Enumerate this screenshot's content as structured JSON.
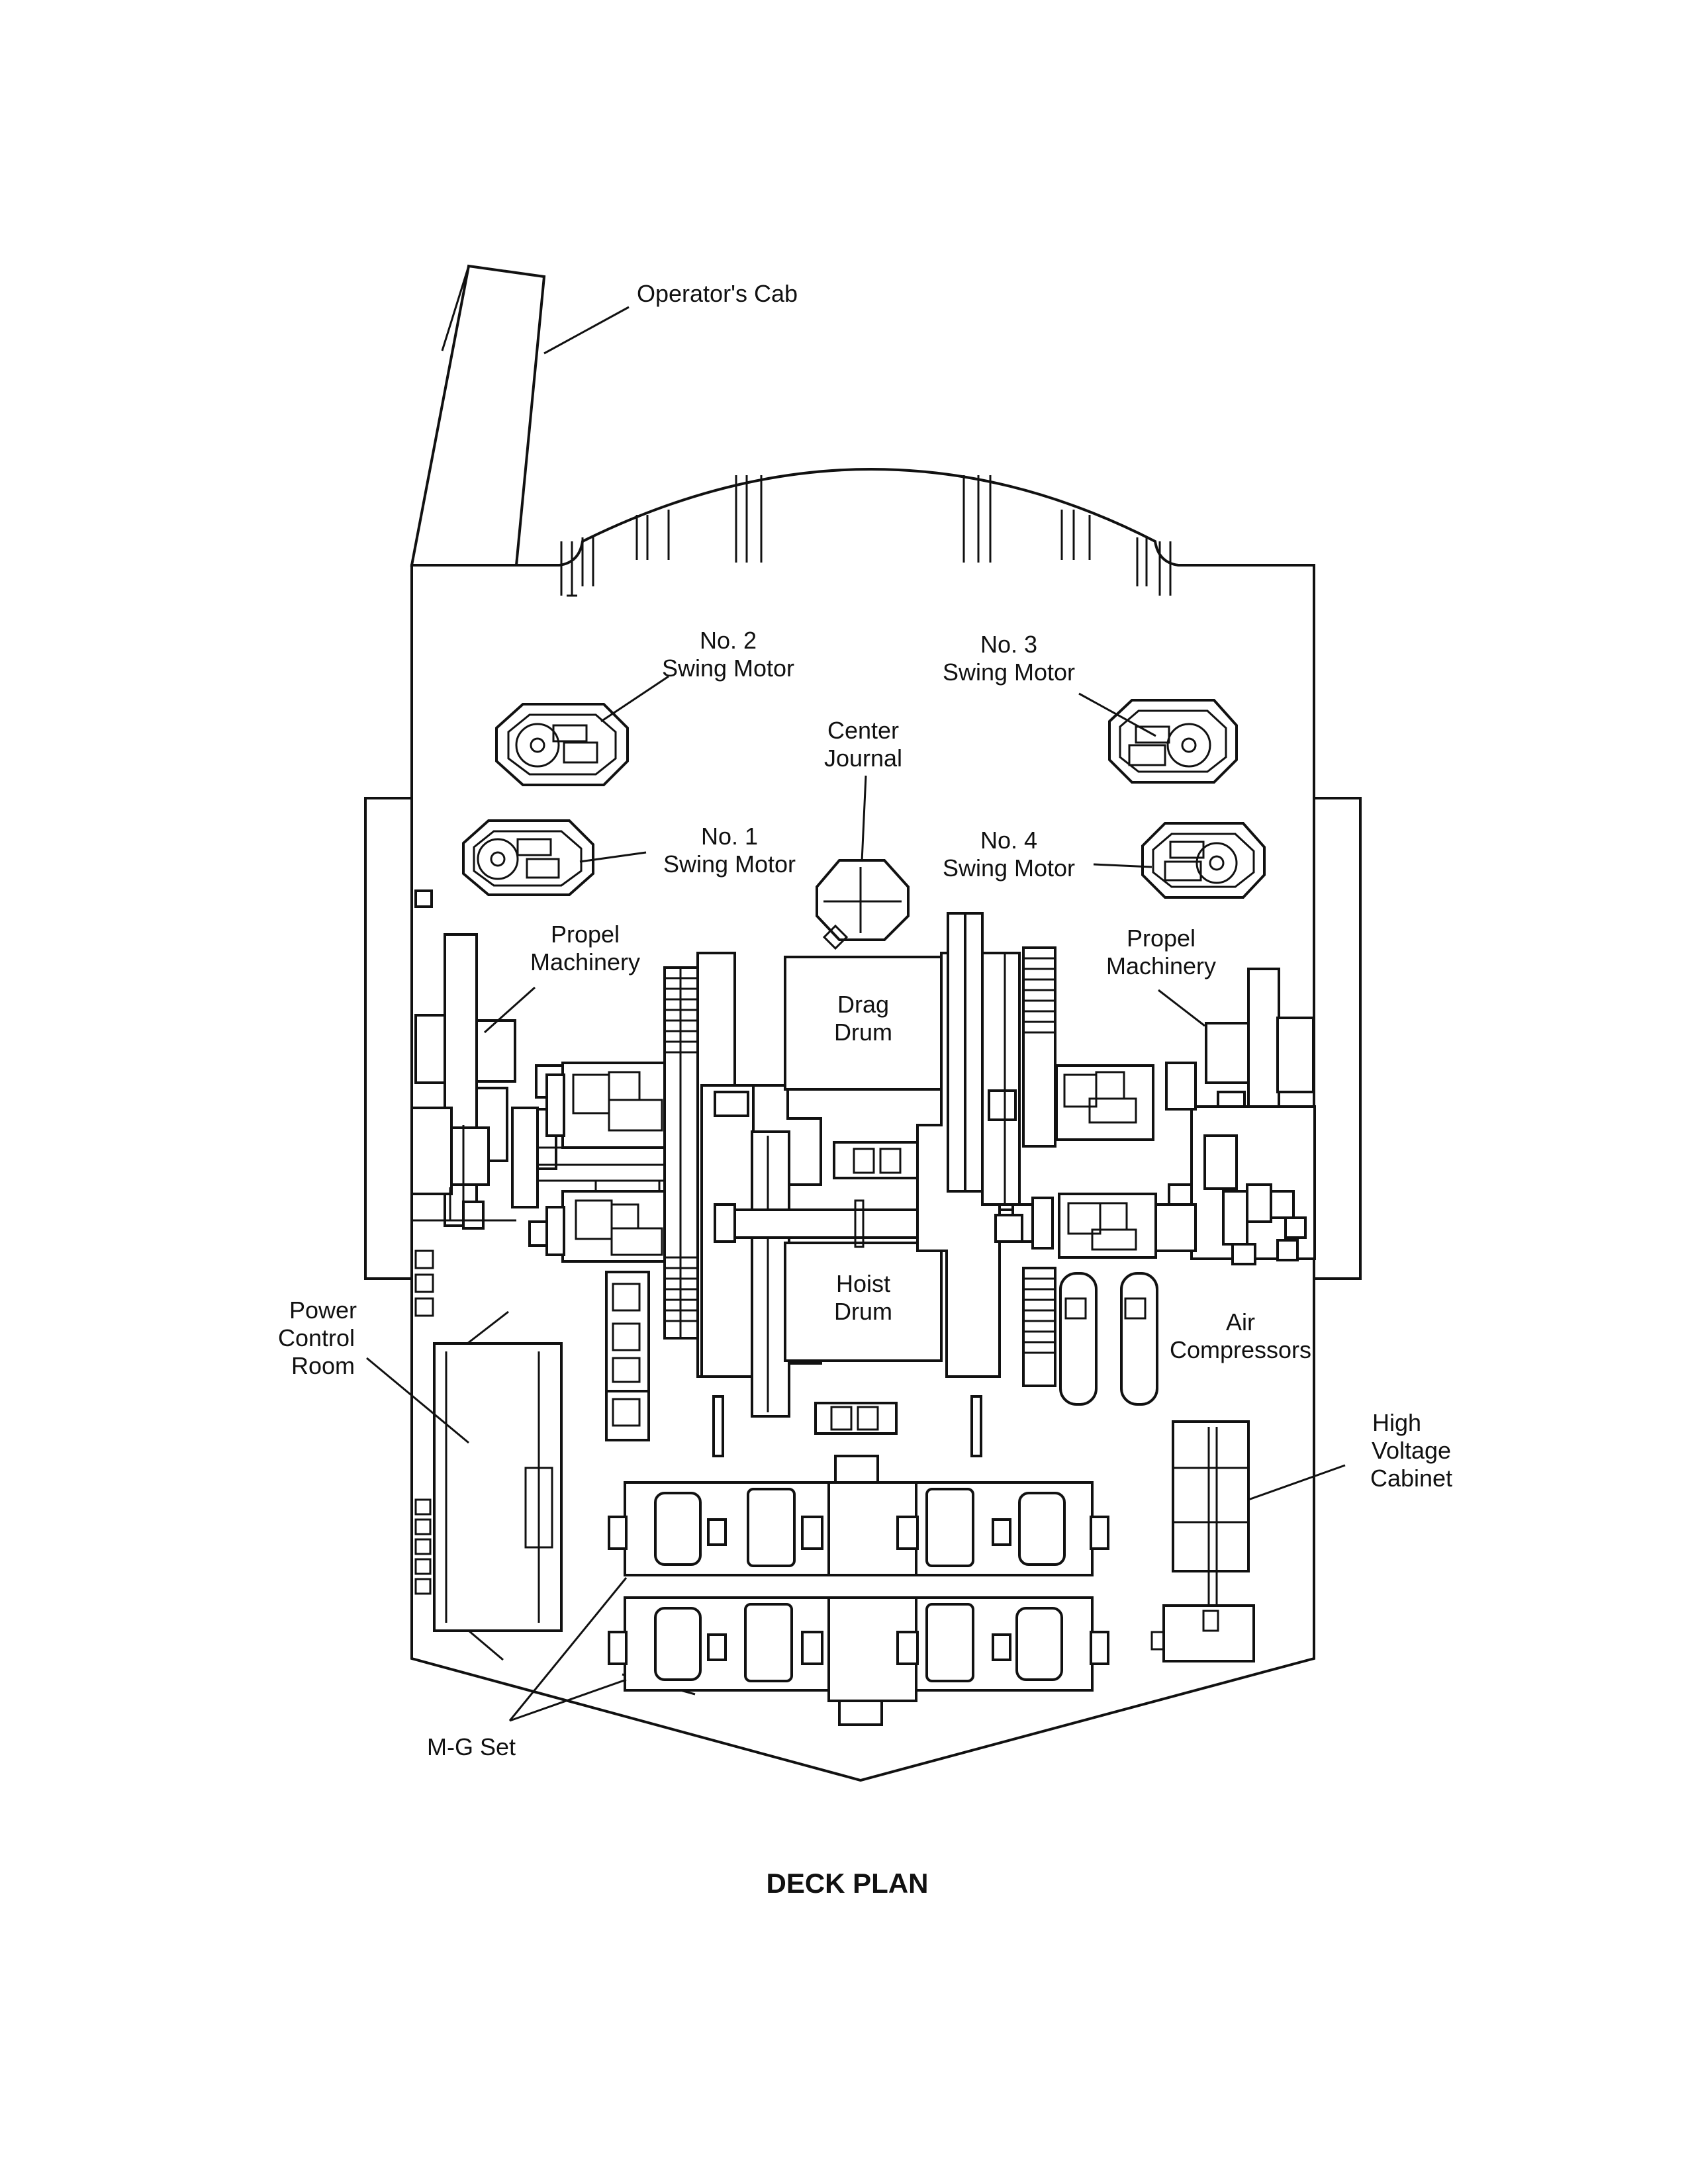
{
  "title": "DECK PLAN",
  "labels": {
    "operators_cab": "Operator's Cab",
    "swing_motor_2": [
      "No. 2",
      "Swing Motor"
    ],
    "swing_motor_3": [
      "No. 3",
      "Swing Motor"
    ],
    "center_journal": [
      "Center",
      "Journal"
    ],
    "swing_motor_1": [
      "No. 1",
      "Swing Motor"
    ],
    "swing_motor_4": [
      "No. 4",
      "Swing Motor"
    ],
    "propel_left": [
      "Propel",
      "Machinery"
    ],
    "propel_right": [
      "Propel",
      "Machinery"
    ],
    "drag_drum": [
      "Drag",
      "Drum"
    ],
    "hoist_drum": [
      "Hoist",
      "Drum"
    ],
    "air_compressors": [
      "Air",
      "Compressors"
    ],
    "power_control_room": [
      "Power",
      "Control",
      "Room"
    ],
    "high_voltage_cabinet": [
      "High",
      "Voltage",
      "Cabinet"
    ],
    "mg_set": "M-G Set"
  }
}
